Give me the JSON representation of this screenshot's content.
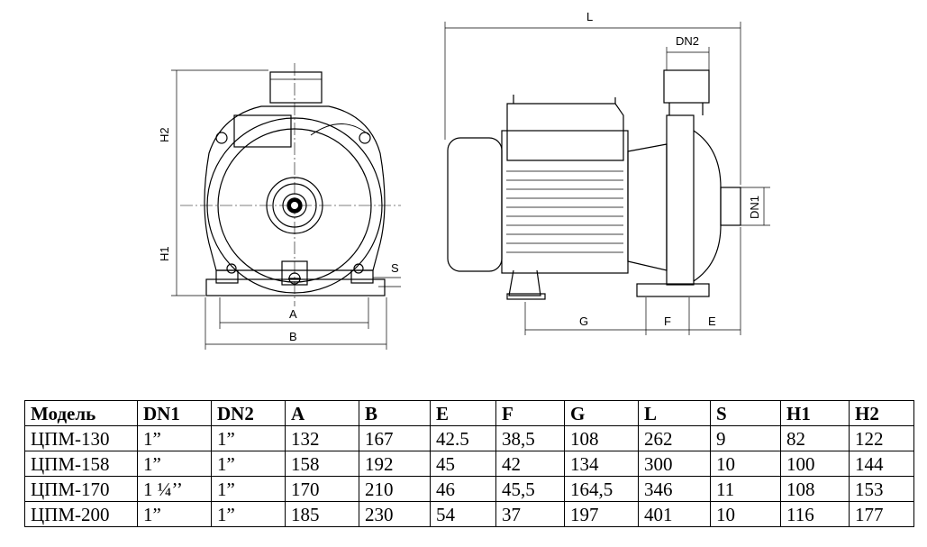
{
  "drawing": {
    "front_view_labels": {
      "h2": "H2",
      "h1": "H1",
      "s": "S",
      "a": "A",
      "b": "B"
    },
    "side_view_labels": {
      "l": "L",
      "dn2": "DN2",
      "dn1": "DN1",
      "g": "G",
      "f": "F",
      "e": "E"
    }
  },
  "table": {
    "headers": [
      "Модель",
      "DN1",
      "DN2",
      "A",
      "B",
      "E",
      "F",
      "G",
      "L",
      "S",
      "H1",
      "H2"
    ],
    "rows": [
      [
        "ЦПМ-130",
        "1”",
        "1”",
        "132",
        "167",
        "42.5",
        "38,5",
        "108",
        "262",
        "9",
        "82",
        "122"
      ],
      [
        "ЦПМ-158",
        "1”",
        "1”",
        "158",
        "192",
        "45",
        "42",
        "134",
        "300",
        "10",
        "100",
        "144"
      ],
      [
        "ЦПМ-170",
        "1 ¼’’",
        "1”",
        "170",
        "210",
        "46",
        "45,5",
        "164,5",
        "346",
        "11",
        "108",
        "153"
      ],
      [
        "ЦПМ-200",
        "1”",
        "1”",
        "185",
        "230",
        "54",
        "37",
        "197",
        "401",
        "10",
        "116",
        "177"
      ]
    ]
  }
}
